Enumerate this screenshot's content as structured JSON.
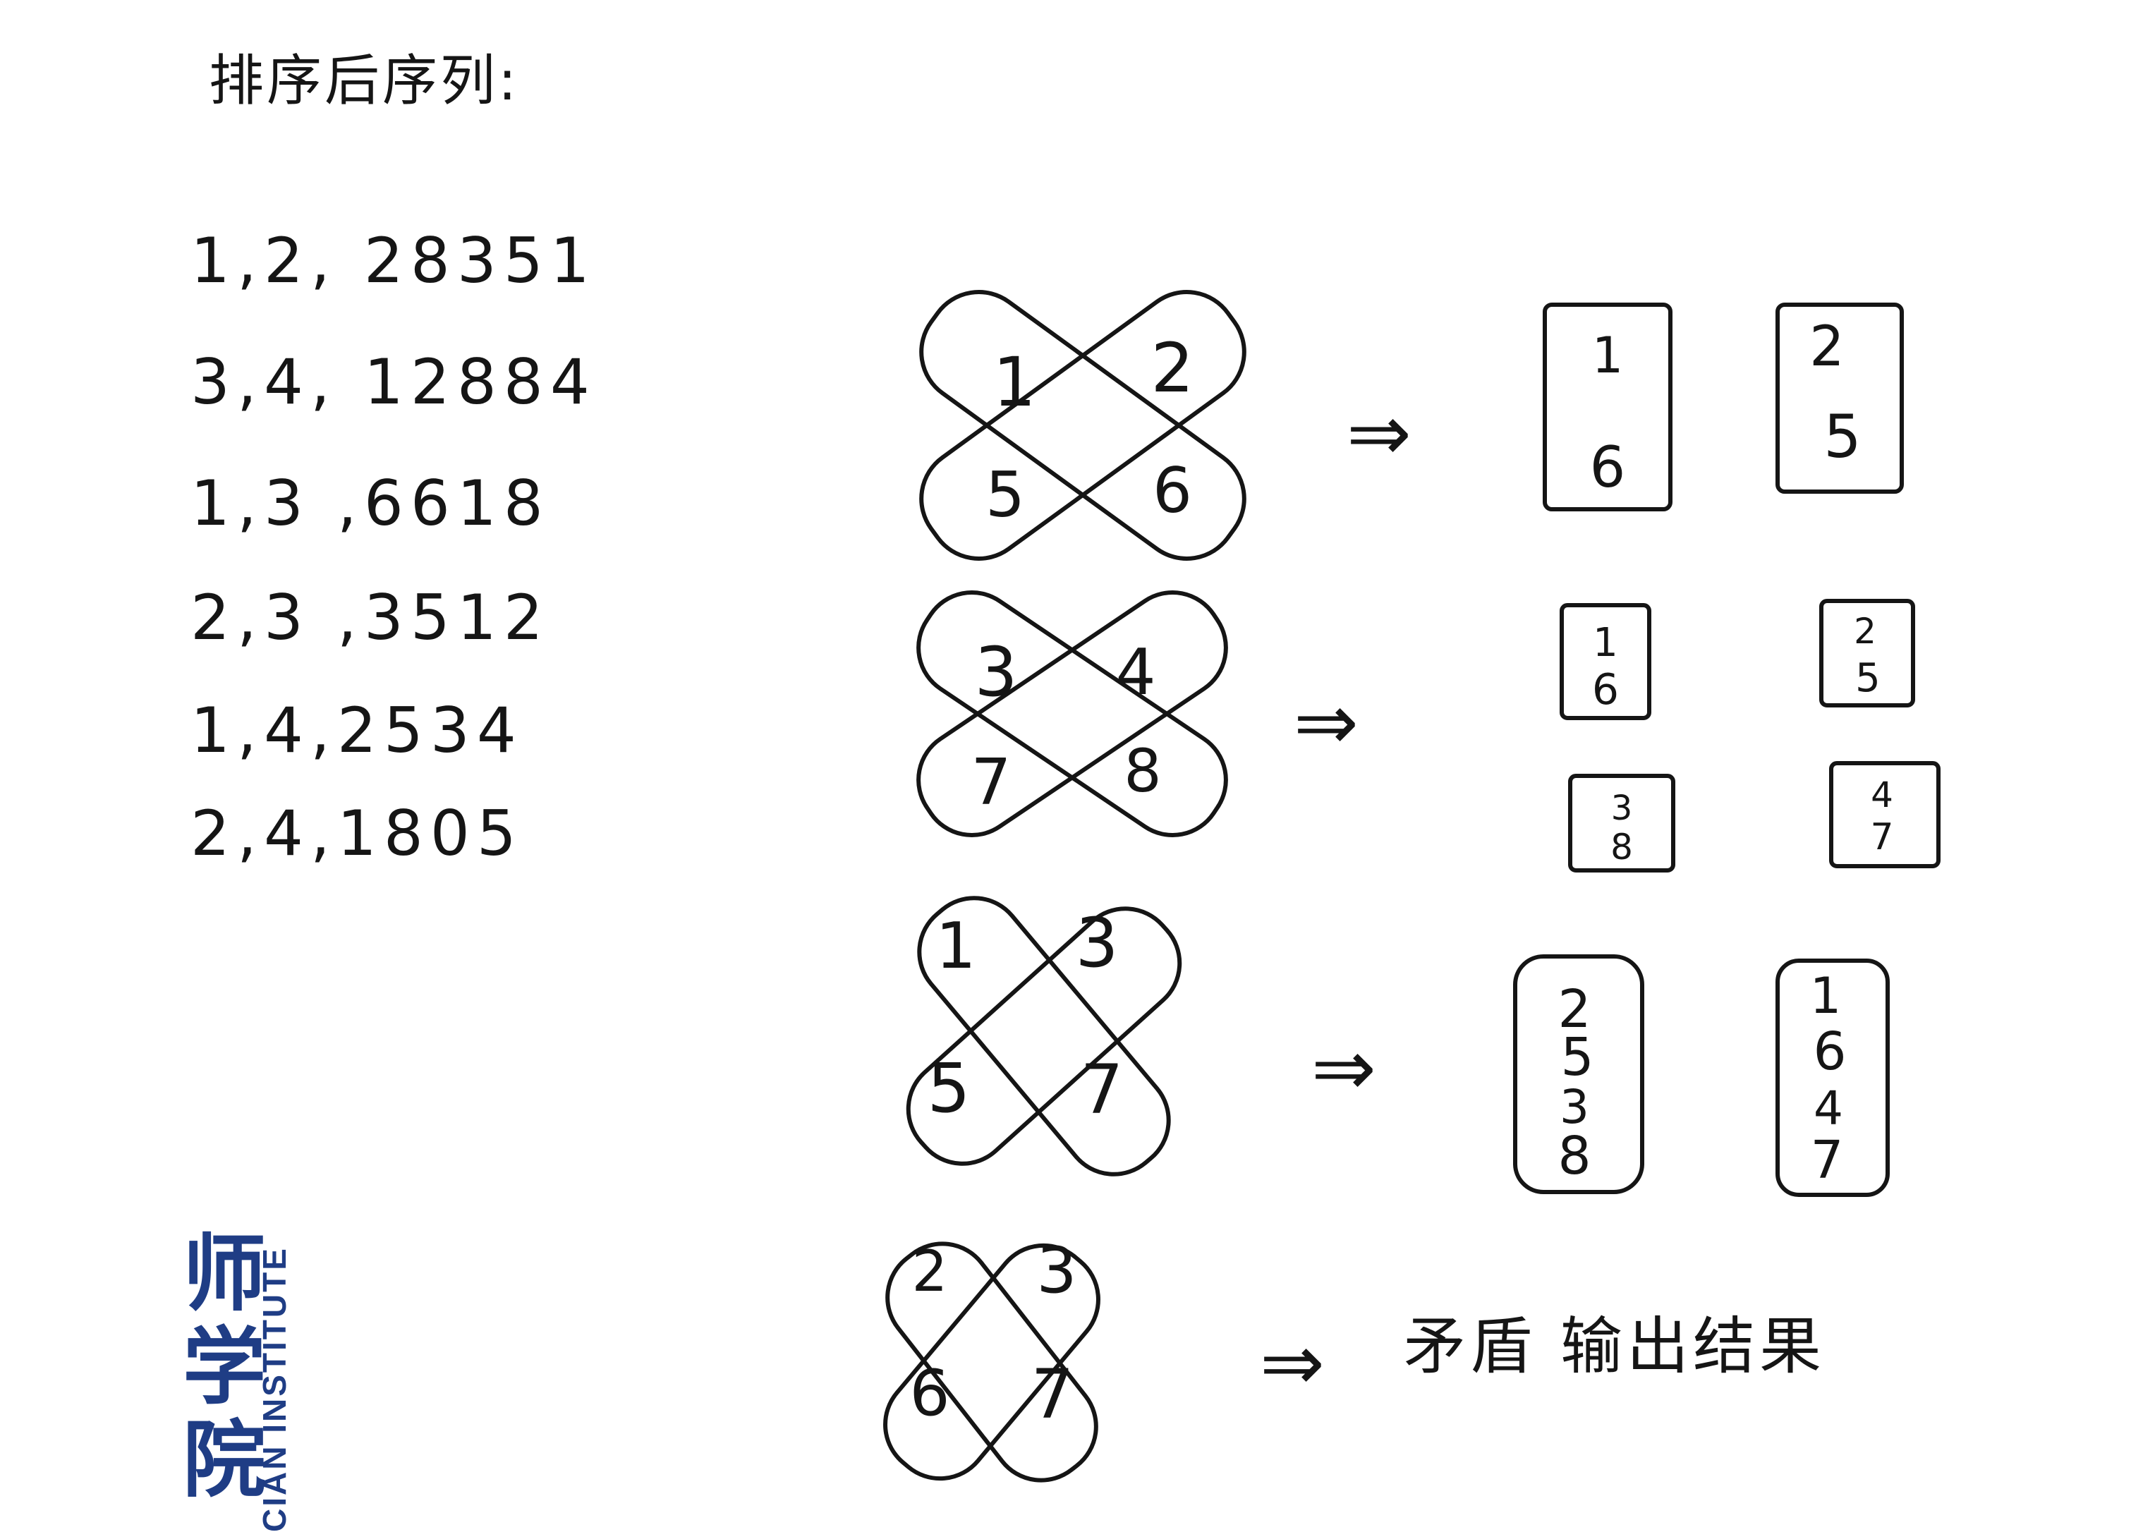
{
  "note": {
    "title": "排序后序列:",
    "sorted_pairs": [
      "1,2, 28351",
      "3,4, 12884",
      "1,3 ,6618",
      "2,3 ,3512",
      "1,4,2534",
      "2,4,1805"
    ],
    "steps": [
      {
        "cross": [
          "1",
          "2",
          "5",
          "6"
        ],
        "arrow": "⇒",
        "groups": [
          [
            "1",
            "6"
          ],
          [
            "2",
            "5"
          ]
        ]
      },
      {
        "cross": [
          "3",
          "4",
          "7",
          "8"
        ],
        "arrow": "⇒",
        "groups": [
          [
            "1",
            "6"
          ],
          [
            "2",
            "5"
          ],
          [
            "3",
            "8"
          ],
          [
            "4",
            "7"
          ]
        ]
      },
      {
        "cross": [
          "1",
          "3",
          "5",
          "7"
        ],
        "arrow": "⇒",
        "groups": [
          [
            "2",
            "5",
            "3",
            "8"
          ],
          [
            "1",
            "6",
            "4",
            "7"
          ]
        ]
      },
      {
        "cross": [
          "2",
          "3",
          "6",
          "7"
        ],
        "arrow": "⇒",
        "result": "矛盾 输出结果"
      }
    ]
  },
  "watermark": {
    "cn": "师学院",
    "en": "CIAN INSTITUTE",
    "color": "#1f3d85"
  }
}
